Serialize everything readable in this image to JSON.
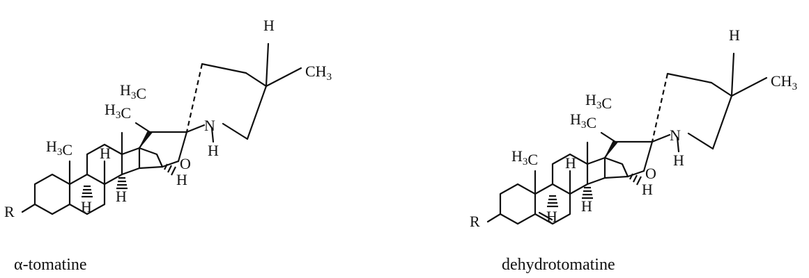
{
  "molecules": [
    {
      "name": "α-tomatine",
      "labels": {
        "r": "R",
        "methyl_10": "H3C",
        "methyl_13": "H3C",
        "methyl_20": "H3C",
        "methyl_25": "CH3",
        "h_8": "H",
        "h_9": "H",
        "h_14": "H",
        "h_16": "H",
        "h_25": "H",
        "h_nh": "H",
        "n": "N",
        "o": "O"
      }
    },
    {
      "name": "dehydrotomatine",
      "labels": {
        "r": "R",
        "methyl_10": "H3C",
        "methyl_13": "H3C",
        "methyl_20": "H3C",
        "methyl_25": "CH3",
        "h_8": "H",
        "h_9": "H",
        "h_14": "H",
        "h_16": "H",
        "h_25": "H",
        "h_nh": "H",
        "n": "N",
        "o": "O"
      }
    }
  ]
}
